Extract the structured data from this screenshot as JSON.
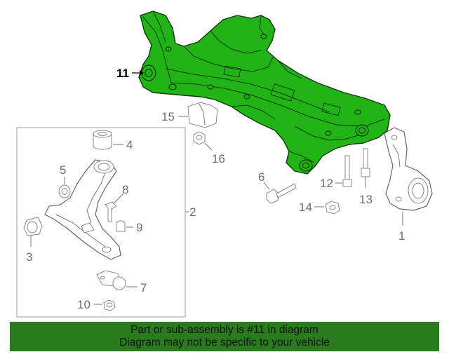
{
  "colors": {
    "highlight": "#22b416",
    "highlight_outline": "#0a3a06",
    "banner": "#2a7a1e",
    "callout_text": "#6e6e6e"
  },
  "callouts": {
    "c1": "1",
    "c2": "2",
    "c3": "3",
    "c4": "4",
    "c5": "5",
    "c6": "6",
    "c7": "7",
    "c8": "8",
    "c9": "9",
    "c10": "10",
    "c11": "11",
    "c12": "12",
    "c13": "13",
    "c14": "14",
    "c15": "15",
    "c16": "16"
  },
  "highlighted_part": "11",
  "banner": {
    "line1": "Part or sub-assembly is #11 in diagram",
    "line2": "Diagram may not be specific to your vehicle"
  }
}
